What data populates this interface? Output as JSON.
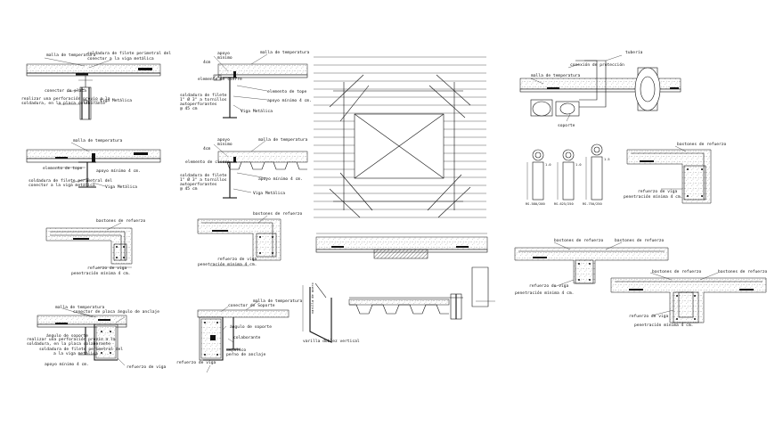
{
  "details": {
    "d1": {
      "malla": "malla de temperatura",
      "soldadura": "soldadura de filete perimetral del",
      "soldadura2": "conector a la viga metálica",
      "conector": "conector de placa",
      "realizar": "realizar una perforación previo a la",
      "realizar2": "soldadura, en la placa colaborante",
      "viga": "Viga Metálica"
    },
    "d2": {
      "malla": "malla de temperatura",
      "elemento": "elemento de tope",
      "apoyo": "apoyo mínimo 4 cm.",
      "soldadura": "soldadura de filete perimetral del",
      "soldadura2": "conector a la viga metálica",
      "viga": "Viga Metálica"
    },
    "d3": {
      "bastones": "bastones de refuerzo",
      "refuerzo": "refuerzo de viga",
      "penetracion": "penetración mínima 4 cm."
    },
    "d4": {
      "malla": "malla de temperatura",
      "conector": "conector de placa",
      "angulo": "ángulo de anclaje",
      "realizar": "realizar una perforación previo a la",
      "realizar2": "soldadura, en la placa colaborante",
      "soldadura": "soldadura de filete perimetral del",
      "soldadura2": "a la viga metálica",
      "angulo2": "ángulo de soporte",
      "apoyo": "apoyo mínimo 4 cm.",
      "refuerzo": "refuerzo de viga"
    },
    "d5": {
      "apoyo": "apoyo",
      "minimo": "mínimo",
      "cm": "4cm",
      "malla": "malla de temperatura",
      "elemento": "elemento de tope",
      "apoyo2": "apoyo mínimo 4 cm.",
      "soldadura": "soldadura de filete",
      "soldadura2": "1\" Ø 3\" a tornillos",
      "soldadura3": "autoperforantes",
      "soldadura4": "@ 45 cm",
      "viga": "Viga Metálica",
      "elemento_cierre": "elemento de cierre"
    },
    "d6": {
      "apoyo": "apoyo",
      "minimo": "mínimo",
      "cm": "4cm",
      "malla": "malla de temperatura",
      "elemento": "elemento de cierre",
      "apoyo2": "apoyo mínimo 4 cm.",
      "soldadura": "soldadura de filete",
      "soldadura2": "1\" Ø 3\" a tornillos",
      "soldadura3": "autoperforantes",
      "soldadura4": "@ 45 cm",
      "viga": "Viga Metálica"
    },
    "d7": {
      "bastones": "bastones de refuerzo",
      "refuerzo": "refuerzo de viga",
      "penetracion": "penetración mínima 4 cm."
    },
    "d8": {
      "malla": "malla de temperatura",
      "conector": "conector de Soporte",
      "angulo": "ángulo de soporte",
      "colaborante": "colaborante",
      "metalico": "metálico",
      "perno": "perno de anclaje",
      "refuerzo": "refuerzo de viga"
    },
    "d9": {
      "varilla": "varilla de acero",
      "varilla2": "varilla doblez vertical"
    },
    "d10": {
      "malla": "malla de temperatura",
      "tuberia": "tubería",
      "conexion": "conexión de protección",
      "soporte": "soporte"
    },
    "d11": {
      "labels": [
        "RS-580/200",
        "RS-625/250",
        "RS-750/250"
      ],
      "dims": [
        "1.0",
        "1.0",
        "1.5"
      ]
    },
    "d12": {
      "bastones": "bastones de refuerzo",
      "refuerzo": "refuerzo de viga",
      "penetracion": "penetración mínima 4 cm."
    },
    "d13": {
      "bastones": "bastones de refuerzo",
      "bastones2": "bastones de refuerzo",
      "refuerzo": "refuerzo de viga",
      "penetracion": "penetración mínima 4 cm."
    },
    "d14": {
      "bastones": "bastones de refuerzo",
      "bastones2": "bastones de refuerzo",
      "refuerzo": "refuerzo de viga",
      "penetracion": "penetración mínima 4 cm."
    }
  }
}
